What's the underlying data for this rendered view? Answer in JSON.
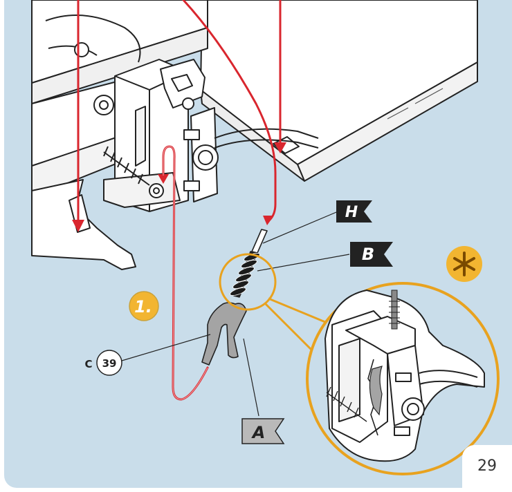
{
  "step": {
    "number": "1."
  },
  "flags": {
    "h": "H",
    "b": "B",
    "a": "A"
  },
  "part": {
    "prefix": "C",
    "number": "39"
  },
  "detail": {
    "icon": "asterisk-icon"
  },
  "page": {
    "number": "29"
  },
  "colors": {
    "background": "#c9ddea",
    "arrow": "#d9262e",
    "callout": "#e8a21f",
    "step_badge": "#f2b531",
    "flag": "#222222"
  }
}
